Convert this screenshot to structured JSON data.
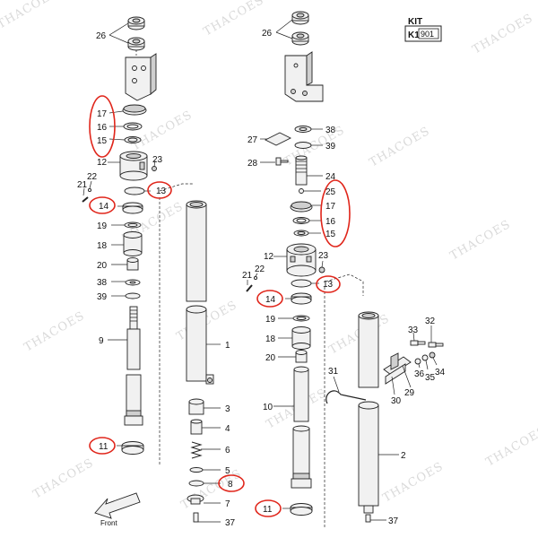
{
  "kit": {
    "title": "KIT",
    "code": "K1",
    "box": "901"
  },
  "front_label": "Front",
  "watermark": "THACOES",
  "left_assembly": {
    "labels": [
      "26",
      "17",
      "16",
      "15",
      "12",
      "23",
      "21",
      "22",
      "13",
      "14",
      "19",
      "18",
      "20",
      "38",
      "39",
      "9",
      "1",
      "3",
      "4",
      "6",
      "5",
      "8",
      "7",
      "37",
      "11"
    ]
  },
  "right_assembly": {
    "labels": [
      "26",
      "38",
      "39",
      "27",
      "28",
      "24",
      "25",
      "17",
      "16",
      "15",
      "12",
      "23",
      "22",
      "21",
      "13",
      "14",
      "19",
      "18",
      "20",
      "10",
      "31",
      "2",
      "33",
      "32",
      "36",
      "35",
      "34",
      "29",
      "30",
      "37",
      "11"
    ]
  },
  "highlighted": [
    "17",
    "16",
    "15",
    "13",
    "14",
    "11",
    "8",
    "25"
  ]
}
